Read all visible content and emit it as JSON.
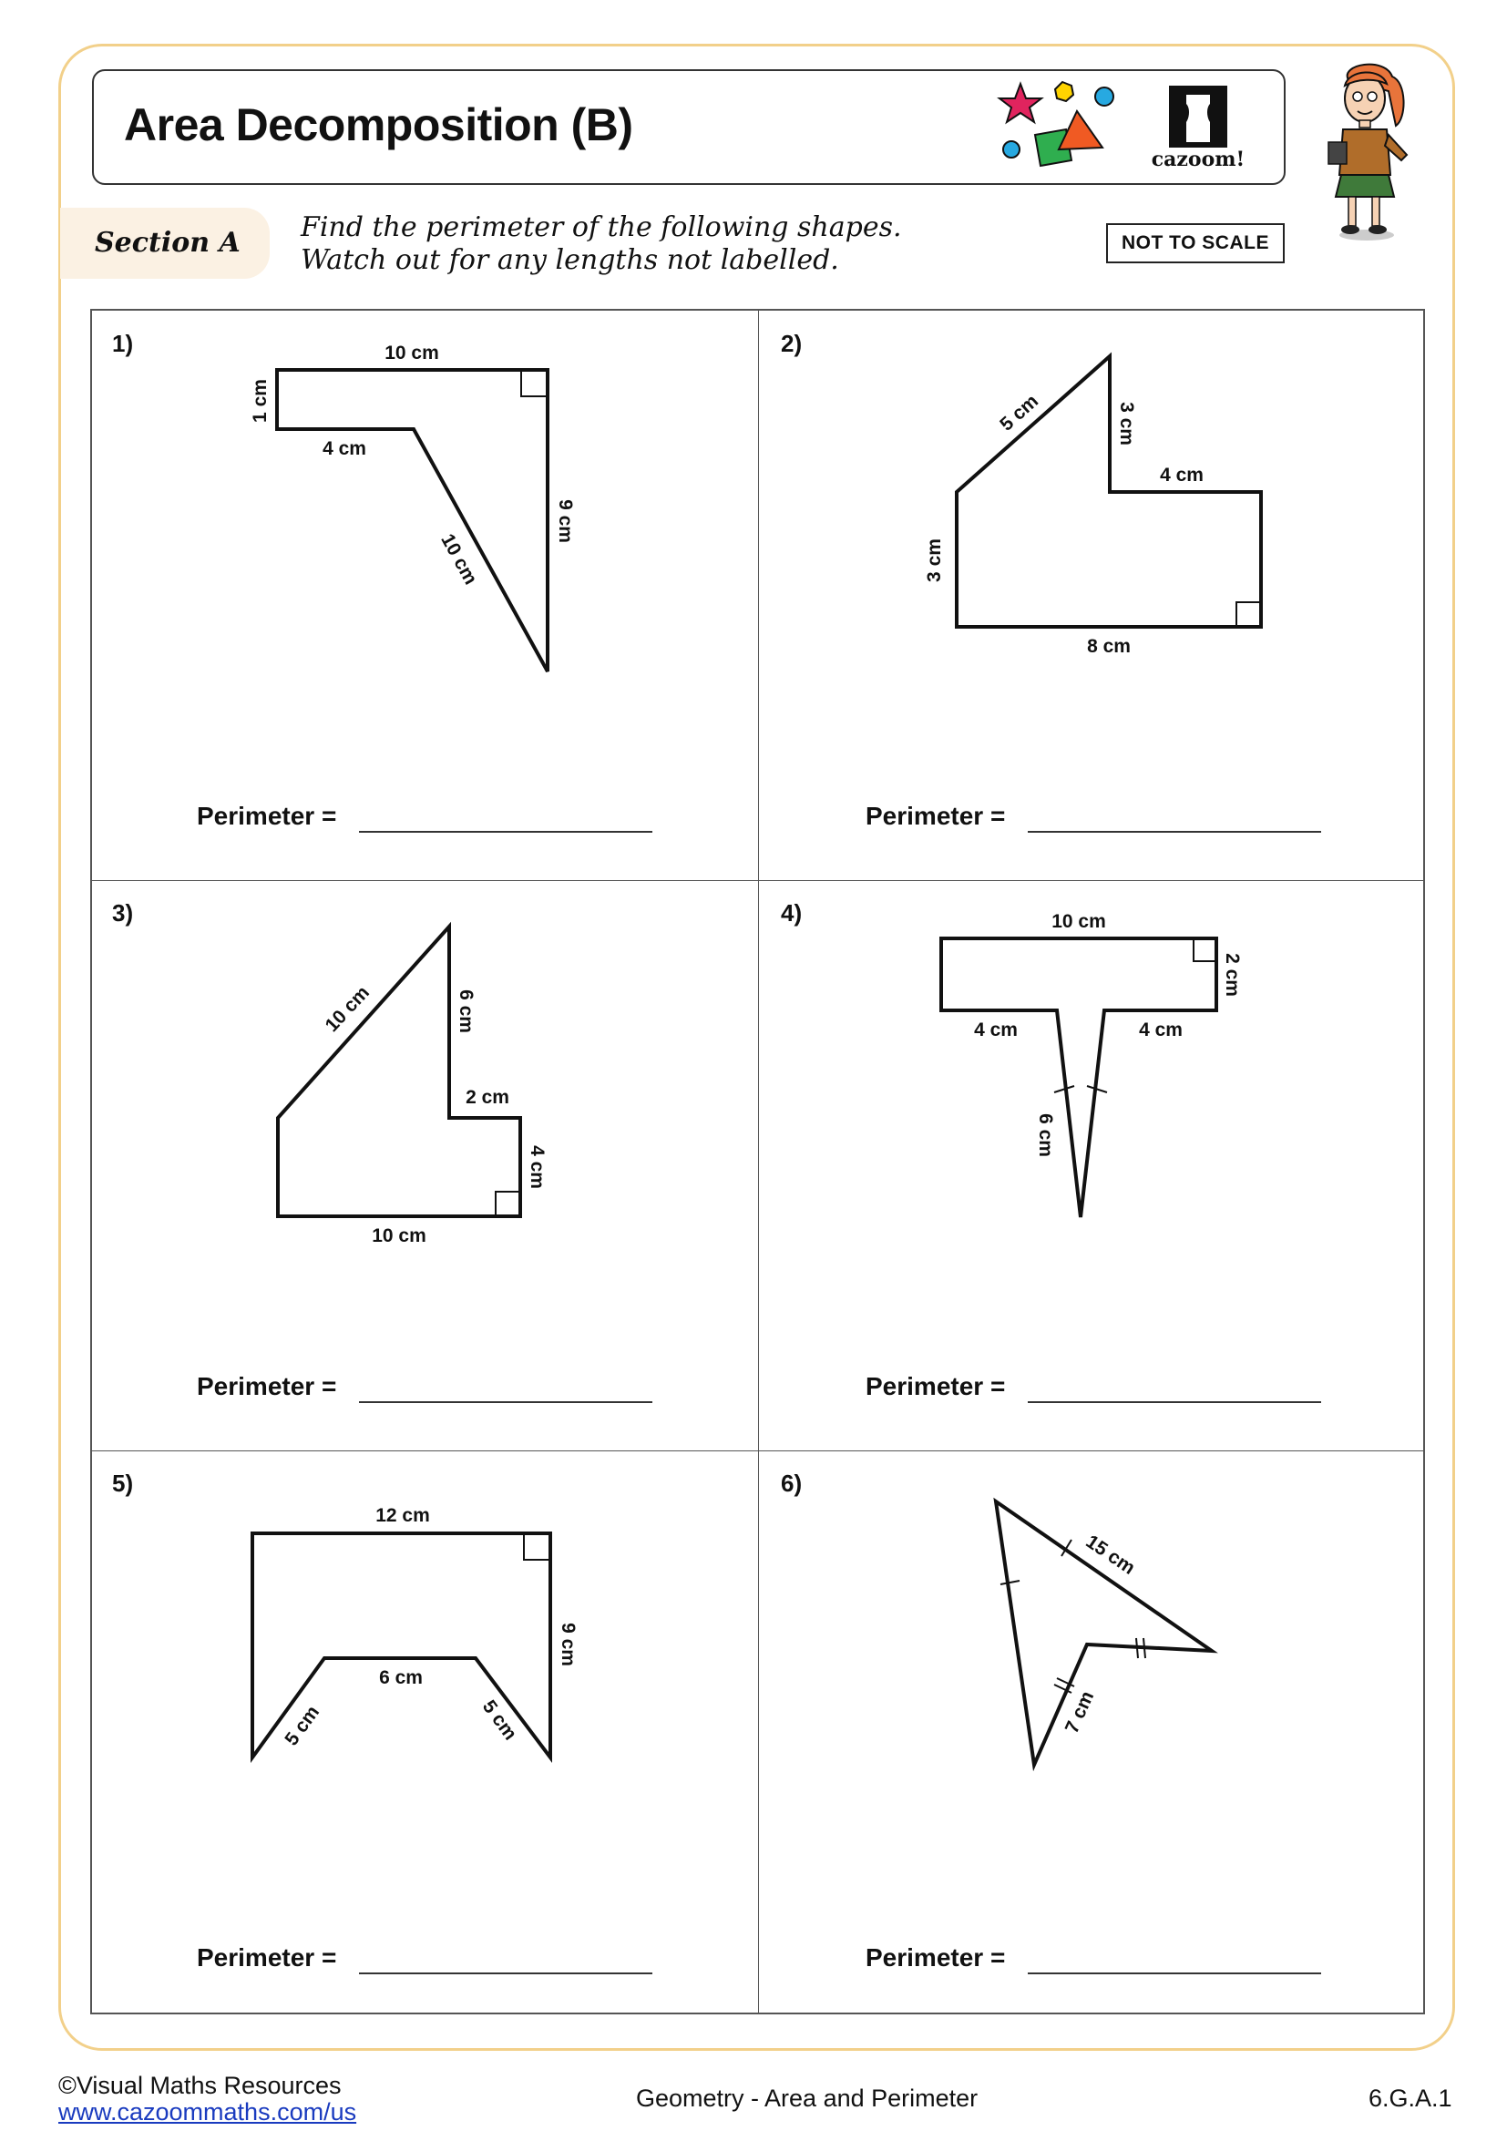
{
  "header": {
    "title": "Area Decomposition (B)",
    "logo_text": "cazoom!"
  },
  "section": {
    "label": "Section A",
    "instructions": [
      "Find the perimeter of the following shapes.",
      "Watch out for any lengths not labelled."
    ],
    "scale_note": "NOT TO SCALE"
  },
  "perimeter_label": "Perimeter  =",
  "questions": [
    {
      "number": "1)",
      "labels": [
        "10 cm",
        "1 cm",
        "4 cm",
        "10 cm",
        "9 cm"
      ]
    },
    {
      "number": "2)",
      "labels": [
        "5 cm",
        "3 cm",
        "4 cm",
        "3 cm",
        "8 cm"
      ]
    },
    {
      "number": "3)",
      "labels": [
        "10 cm",
        "6 cm",
        "2 cm",
        "4 cm",
        "10 cm"
      ]
    },
    {
      "number": "4)",
      "labels": [
        "10 cm",
        "2 cm",
        "4 cm",
        "4 cm",
        "6 cm"
      ]
    },
    {
      "number": "5)",
      "labels": [
        "12 cm",
        "9 cm",
        "6 cm",
        "5 cm",
        "5 cm"
      ]
    },
    {
      "number": "6)",
      "labels": [
        "15 cm",
        "7 cm"
      ]
    }
  ],
  "footer": {
    "copyright": "©Visual Maths Resources",
    "url": "www.cazoommaths.com/us",
    "topic": "Geometry - Area and Perimeter",
    "standard": "6.G.A.1"
  }
}
